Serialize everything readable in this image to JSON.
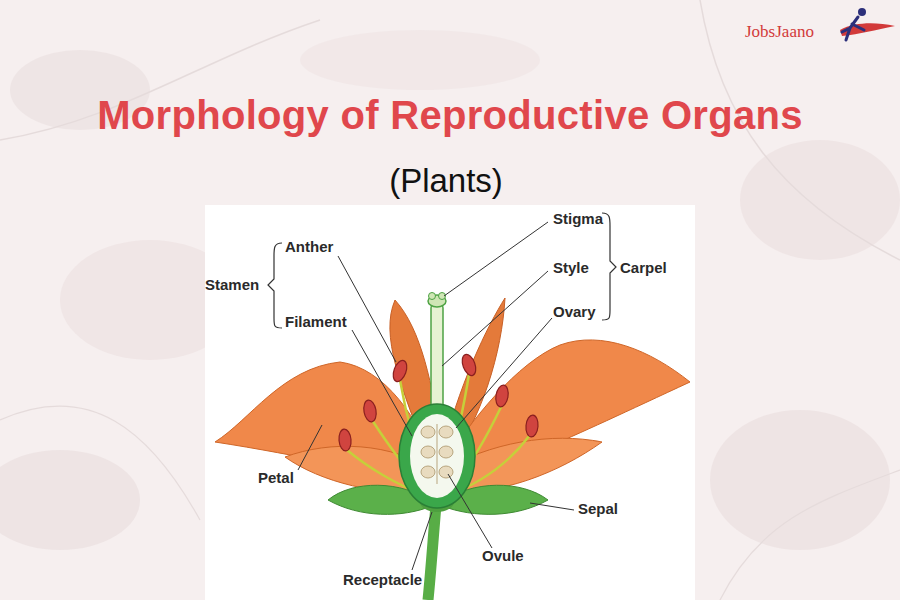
{
  "diagram": {
    "title": "Morphology of Reproductive Organs",
    "labels": [
      "JobsJaano",
      "(Plants)",
      "Stamen",
      "Anther",
      "Filament",
      "Stigma",
      "Style",
      "Carpel",
      "Ovary",
      "Petal",
      "Sepal",
      "Ovule",
      "Receptacle"
    ]
  }
}
